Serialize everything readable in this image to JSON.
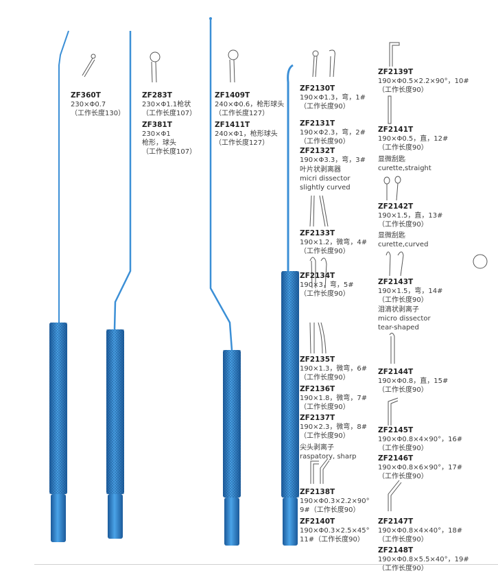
{
  "colors": {
    "handle": "#2f7fc8",
    "handle_dark": "#1b5a9a",
    "shaft": "#3b8fd6",
    "outline": "#555555"
  },
  "blocks": [
    {
      "code": "ZF360T",
      "lines": [
        "230×Φ0.7",
        "（工作长度130）"
      ]
    },
    {
      "code": "ZF283T",
      "lines": [
        "230×Φ1.1枪状",
        "（工作长度107）"
      ]
    },
    {
      "code": "ZF381T",
      "lines": [
        "230×Φ1",
        "枪形，球头",
        "（工作长度107）"
      ]
    },
    {
      "code": "ZF1409T",
      "lines": [
        "240×Φ0.6，枪形球头",
        "（工作长度127）"
      ]
    },
    {
      "code": "ZF1411T",
      "lines": [
        "240×Φ1，枪形球头",
        "（工作长度127）"
      ]
    },
    {
      "code": "ZF2130T",
      "lines": [
        "190×Φ1.3，弯，1#",
        "（工作长度90）"
      ]
    },
    {
      "code": "ZF2131T",
      "lines": [
        "190×Φ2.3，弯，2#",
        "（工作长度90）"
      ]
    },
    {
      "code": "ZF2132T",
      "lines": [
        "190×Φ3.3，弯，3#"
      ]
    },
    {
      "lines": [
        "叶片状剥离器",
        "micri dissector",
        "slightly curved"
      ]
    },
    {
      "code": "ZF2133T",
      "lines": [
        "190×1.2，微弯，4#",
        "（工作长度90）"
      ]
    },
    {
      "code": "ZF2134T",
      "lines": [
        "190×3，弯，5#",
        "（工作长度90）"
      ]
    },
    {
      "code": "ZF2135T",
      "lines": [
        "190×1.3，微弯，6#",
        "（工作长度90）"
      ]
    },
    {
      "code": "ZF2136T",
      "lines": [
        "190×1.8，微弯，7#",
        "（工作长度90）"
      ]
    },
    {
      "code": "ZF2137T",
      "lines": [
        "190×2.3，微弯，8#",
        "（工作长度90）"
      ]
    },
    {
      "lines": [
        "尖头剥离子",
        "raspatory, sharp"
      ]
    },
    {
      "code": "ZF2138T",
      "lines": [
        "190×Φ0.3×2.2×90°",
        "9#（工作长度90）"
      ]
    },
    {
      "code": "ZF2140T",
      "lines": [
        "190×Φ0.3×2.5×45°",
        "11#（工作长度90）"
      ]
    },
    {
      "code": "ZF2139T",
      "lines": [
        "190×Φ0.5×2.2×90°，10#",
        "（工作长度90）"
      ]
    },
    {
      "code": "ZF2141T",
      "lines": [
        "190×Φ0.5，直，12#",
        "（工作长度90）"
      ]
    },
    {
      "lines": [
        "显微刮匙",
        "curette,straight"
      ]
    },
    {
      "code": "ZF2142T",
      "lines": [
        "190×1.5，直，13#",
        "（工作长度90）"
      ]
    },
    {
      "lines": [
        "显微刮匙",
        "curette,curved"
      ]
    },
    {
      "code": "ZF2143T",
      "lines": [
        "190×1.5，弯，14#",
        "（工作长度90）"
      ]
    },
    {
      "lines": [
        "泪滴状剥离子",
        "micro dissector",
        "tear-shaped"
      ]
    },
    {
      "code": "ZF2144T",
      "lines": [
        "190×Φ0.8，直，15#",
        "（工作长度90）"
      ]
    },
    {
      "code": "ZF2145T",
      "lines": [
        "190×Φ0.8×4×90°，16#",
        "（工作长度90）"
      ]
    },
    {
      "code": "ZF2146T",
      "lines": [
        "190×Φ0.8×6×90°，17#",
        "（工作长度90）"
      ]
    },
    {
      "code": "ZF2147T",
      "lines": [
        "190×Φ0.8×4×40°，18#",
        "（工作长度90）"
      ]
    },
    {
      "code": "ZF2148T",
      "lines": [
        "190×Φ0.8×5.5×40°，19#",
        "（工作长度90）"
      ]
    }
  ]
}
